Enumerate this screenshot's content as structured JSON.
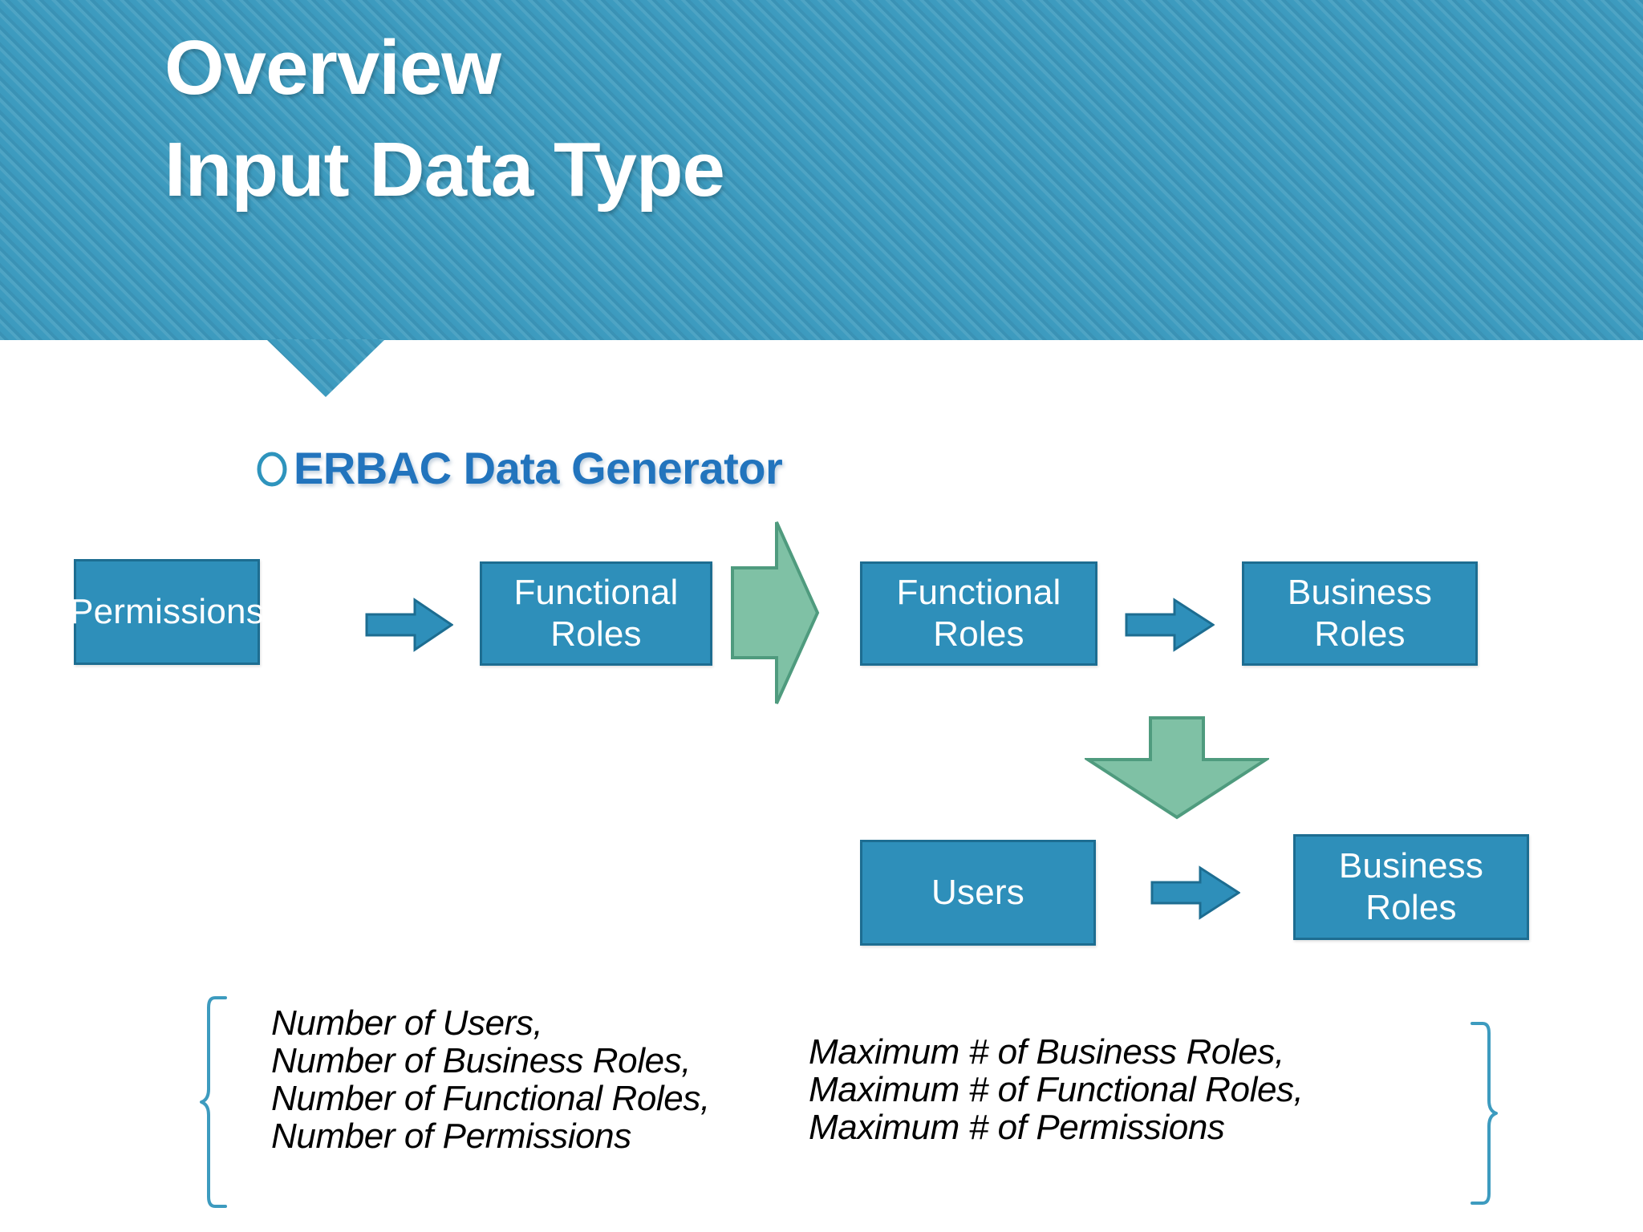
{
  "slide": {
    "title_line1": "Overview",
    "title_line2": "Input Data Type",
    "header_color": "#3d9bbf",
    "accent_box_fill": "#2e8fba",
    "accent_box_border": "#1d6d91",
    "accent_green_fill": "#7fc1a5",
    "accent_green_border": "#4f9b7e",
    "heading_color": "#2274bd",
    "brace_color": "#3d9bbf"
  },
  "section": {
    "bullet_icon": "ring-bullet-icon",
    "heading": "ERBAC Data Generator"
  },
  "diagram": {
    "row1": {
      "box1": "Permissions",
      "arrow1": "blue-right-arrow-icon",
      "box2": "Functional\nRoles",
      "green_arrow": "green-right-arrow-icon",
      "box3": "Functional\nRoles",
      "arrow2": "blue-right-arrow-icon",
      "box4": "Business\nRoles"
    },
    "green_down_arrow": "green-down-arrow-icon",
    "row2": {
      "box1": "Users",
      "arrow1": "blue-right-arrow-icon",
      "box2": "Business\nRoles"
    }
  },
  "captions": {
    "left_brace": "left-curly-brace-icon",
    "left_text": "Number of Users,\nNumber of Business Roles,\nNumber of Functional Roles,\nNumber of Permissions",
    "right_text": "Maximum # of Business Roles,\nMaximum # of Functional Roles,\nMaximum # of Permissions",
    "right_brace": "right-curly-brace-icon"
  }
}
